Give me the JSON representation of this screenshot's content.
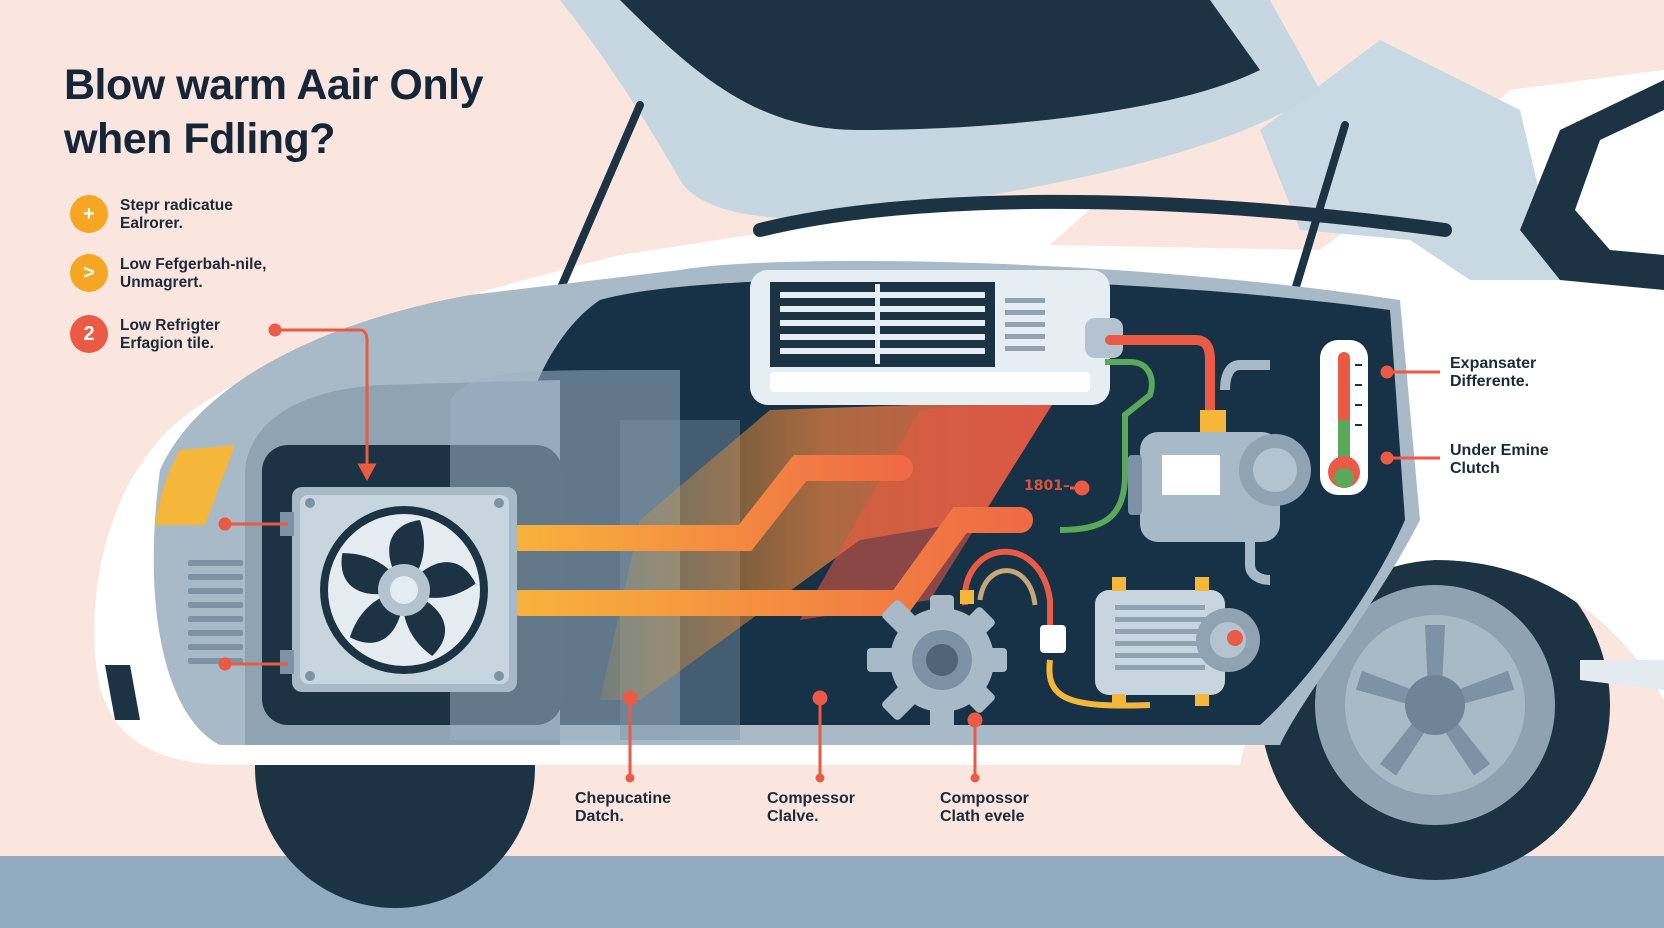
{
  "title": {
    "line1": "Blow warm Aair Only",
    "line2": "when Fdling?"
  },
  "legend": [
    {
      "badge": "+",
      "line1": "Stepr radicatue",
      "line2": "Ealrorer.",
      "color": "#f5a623"
    },
    {
      "badge": ">",
      "line1": "Low Fefgerbah-nile,",
      "line2": "Unmagrert.",
      "color": "#f5a623"
    },
    {
      "badge": "2",
      "line1": "Low Refrigter",
      "line2": "Erfagion tile.",
      "color": "#ea5a44"
    }
  ],
  "callouts": {
    "right_top": {
      "line1": "Expansater",
      "line2": "Differente."
    },
    "right_bottom": {
      "line1": "Under Emine",
      "line2": "Clutch"
    },
    "bottom_1": {
      "line1": "Chepucatine",
      "line2": "Datch."
    },
    "bottom_2": {
      "line1": "Compessor",
      "line2": "Clalve."
    },
    "bottom_3": {
      "line1": "Compossor",
      "line2": "Clath evele"
    },
    "gauge_reading": "1801–"
  },
  "colors": {
    "background": "#fbe6df",
    "car_body": "#ffffff",
    "engine_bay": "#173247",
    "panel_gray": "#8fa3b3",
    "accent_orange": "#f5a623",
    "accent_red": "#ea5a44",
    "accent_green": "#5aa85a",
    "road": "#93abbe"
  },
  "icons": {
    "fan": "radiator-fan-icon",
    "vent": "air-vent-icon",
    "thermometer": "thermometer-icon",
    "gear": "gear-icon",
    "compressor": "compressor-icon",
    "wheel": "wheel-icon"
  }
}
